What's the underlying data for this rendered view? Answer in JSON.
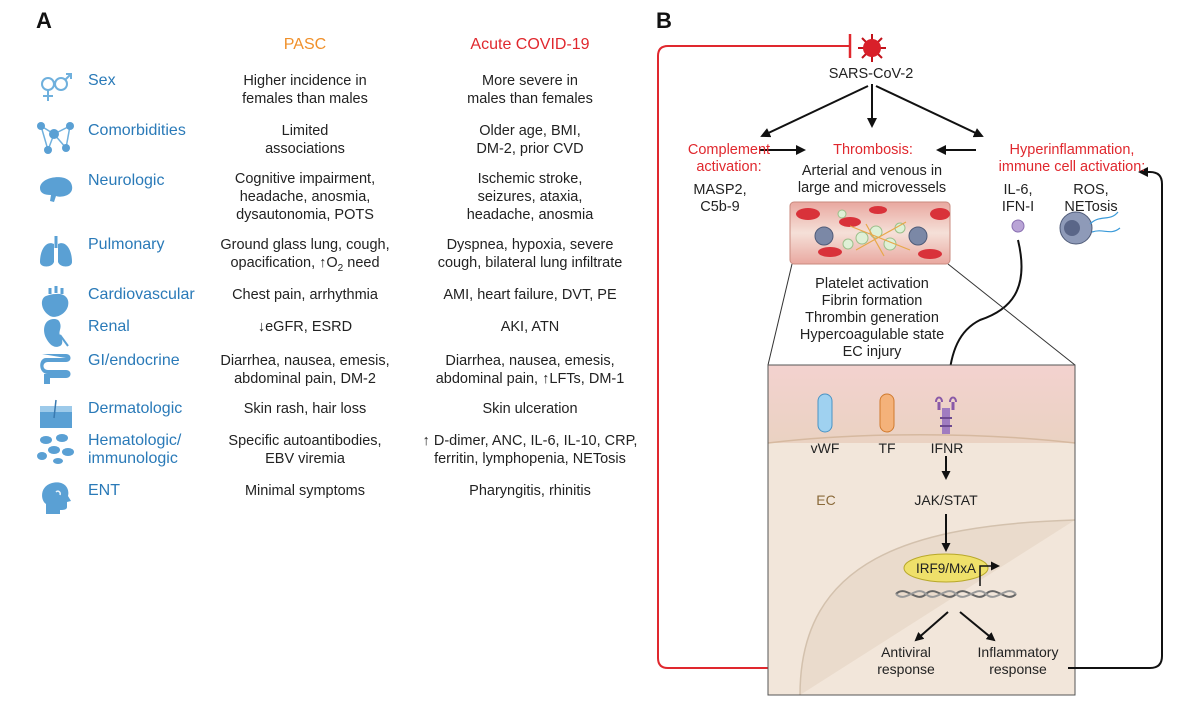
{
  "panelA": {
    "letter": "A",
    "pasc_header": "PASC",
    "acute_header": "Acute COVID-19",
    "rows": [
      {
        "icon": "sex-symbols-icon",
        "category": "Sex",
        "pasc": "Higher incidence in\nfemales than males",
        "acute": "More severe in\nmales than females"
      },
      {
        "icon": "network-icon",
        "category": "Comorbidities",
        "pasc": "Limited\nassociations",
        "acute": "Older age, BMI,\nDM-2, prior CVD"
      },
      {
        "icon": "brain-icon",
        "category": "Neurologic",
        "pasc": "Cognitive impairment,\nheadache, anosmia,\ndysautonomia, POTS",
        "acute": "Ischemic stroke,\nseizures, ataxia,\nheadache, anosmia"
      },
      {
        "icon": "lungs-icon",
        "category": "Pulmonary",
        "pasc_line1": "Ground glass lung, cough,",
        "pasc_line2a": "opacification, ",
        "pasc_line2b": "O",
        "pasc_line2sub": "2",
        "pasc_line2c": " need",
        "acute": "Dyspnea, hypoxia, severe\ncough, bilateral lung infiltrate"
      },
      {
        "icon": "heart-icon",
        "category": "Cardiovascular",
        "pasc": "Chest pain, arrhythmia",
        "acute": "AMI, heart failure, DVT, PE"
      },
      {
        "icon": "kidney-icon",
        "category": "Renal",
        "pasc_a": "eGFR, ",
        "pasc_b": "ESRD",
        "acute": "AKI, ATN"
      },
      {
        "icon": "intestine-icon",
        "category": "GI/endocrine",
        "pasc": "Diarrhea, nausea, emesis,\nabdominal pain, DM-2",
        "acute_line1": "Diarrhea, nausea, emesis,",
        "acute_line2a": "abdominal pain, ",
        "acute_line2b": "LFTs, DM-1"
      },
      {
        "icon": "skin-icon",
        "category": "Dermatologic",
        "pasc": "Skin rash, hair loss",
        "acute": "Skin ulceration"
      },
      {
        "icon": "blood-cells-icon",
        "category": "Hematologic/\nimmunologic",
        "pasc": "Specific autoantibodies,\nEBV viremia",
        "acute_line1a": "D",
        "acute_line1b": "-dimer, ANC, IL-6, IL-10, CRP,",
        "acute_line2": "ferritin, lymphopenia, NETosis"
      },
      {
        "icon": "head-profile-icon",
        "category": "ENT",
        "pasc": "Minimal symptoms",
        "acute": "Pharyngitis, rhinitis"
      }
    ]
  },
  "panelB": {
    "letter": "B",
    "virus": "SARS-CoV-2",
    "complement_title": "Complement\nactivation:",
    "complement_items": "MASP2,\nC5b-9",
    "thrombosis_title": "Thrombosis:",
    "thrombosis_desc": "Arterial and venous in\nlarge and microvessels",
    "hyper_title": "Hyperinflammation,\nimmune cell activation:",
    "hyper_left": "IL-6,\nIFN-I",
    "hyper_right": "ROS,\nNETosis",
    "thrombosis_list": "Platelet activation\nFibrin formation\nThrombin generation\nHypercoagulable state\nEC injury",
    "vwf": "vWF",
    "tf": "TF",
    "ifnr": "IFNR",
    "ec": "EC",
    "jakstat": "JAK/STAT",
    "irf": "IRF9/MxA",
    "antiviral": "Antiviral\nresponse",
    "inflammatory": "Inflammatory\nresponse"
  },
  "colors": {
    "red": "#e0282e",
    "blue": "#2a7ab8",
    "orange": "#f0902a"
  }
}
